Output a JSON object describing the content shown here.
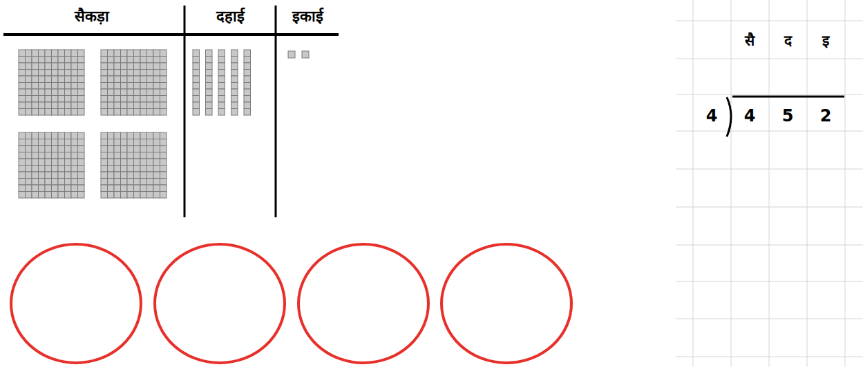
{
  "diagram": {
    "labels": [
      "सैकड़ा",
      "दहाई",
      "इकाई",
      "सै",
      "द",
      "इ",
      "4",
      "4",
      "5",
      "2"
    ]
  }
}
